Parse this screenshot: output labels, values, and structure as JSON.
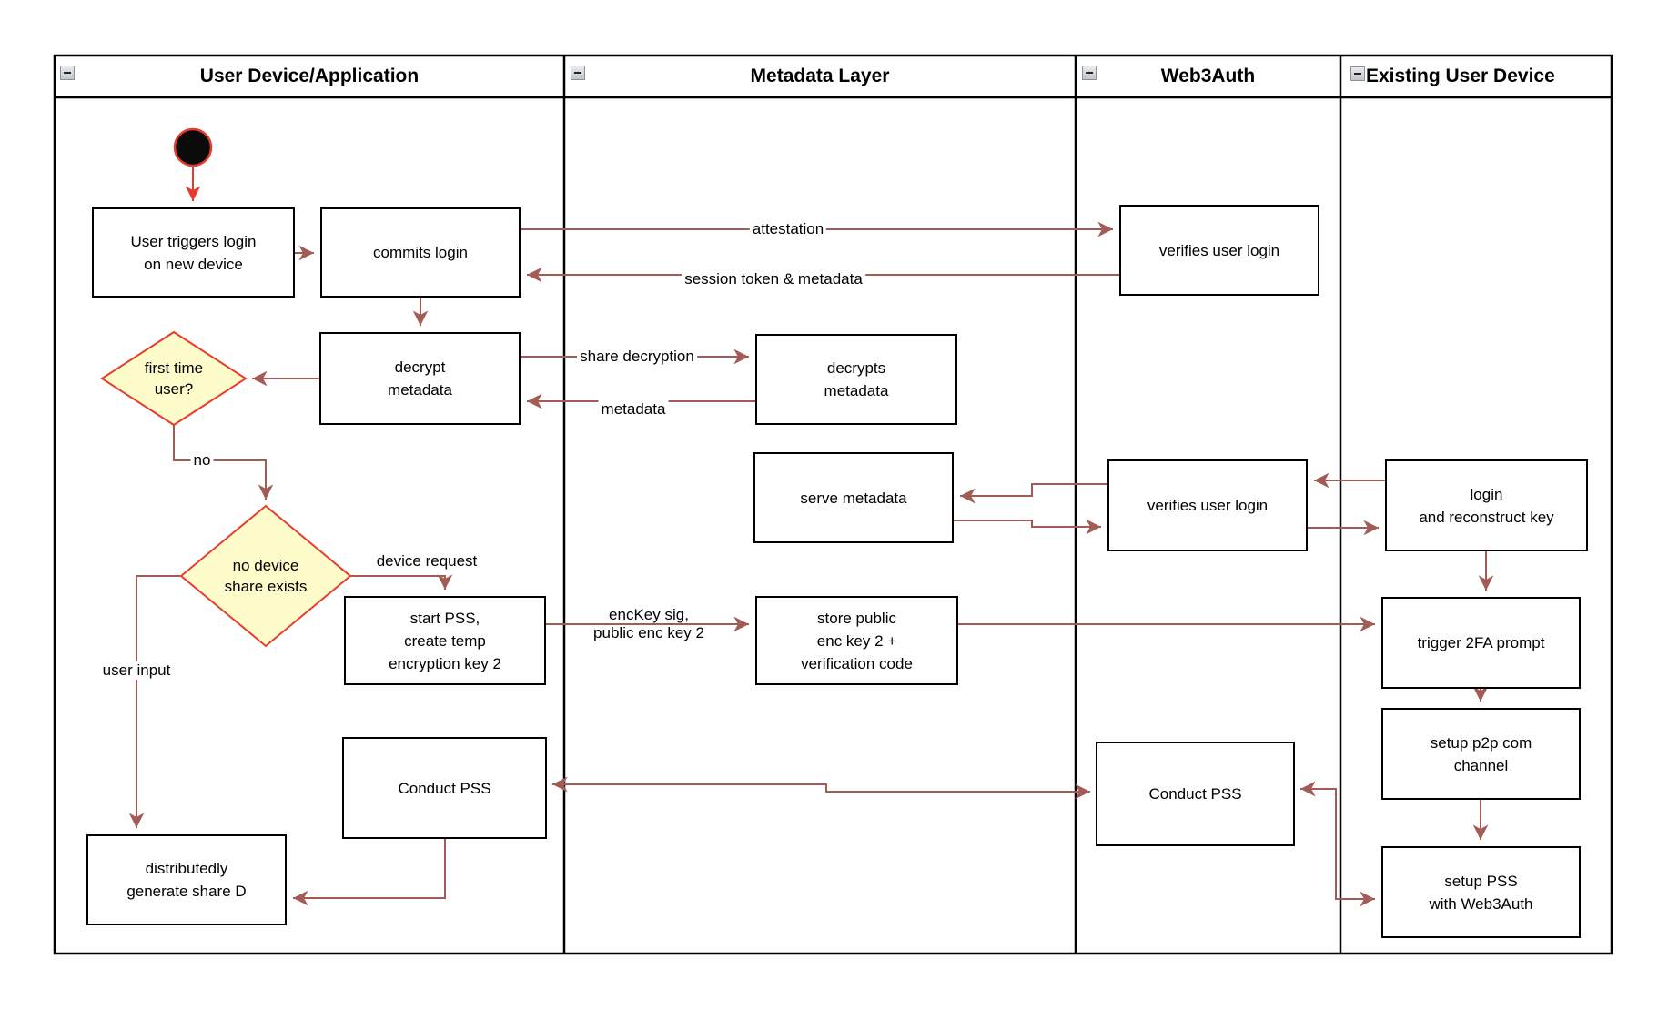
{
  "diagram": {
    "lanes": [
      {
        "title": "User Device/Application"
      },
      {
        "title": "Metadata Layer"
      },
      {
        "title": "Web3Auth"
      },
      {
        "title": "Existing User Device"
      }
    ],
    "nodes": {
      "n1": {
        "lines": [
          "User triggers login",
          "on new device"
        ]
      },
      "n2": {
        "lines": [
          "commits login"
        ]
      },
      "n3": {
        "lines": [
          "decrypt",
          "metadata"
        ]
      },
      "n4": {
        "lines": [
          "start PSS,",
          "create temp",
          "encryption key 2"
        ]
      },
      "n5": {
        "lines": [
          "Conduct PSS"
        ]
      },
      "n6": {
        "lines": [
          "distributedly",
          "generate share D"
        ]
      },
      "m1": {
        "lines": [
          "decrypts",
          "metadata"
        ]
      },
      "m2": {
        "lines": [
          "serve metadata"
        ]
      },
      "m3": {
        "lines": [
          "store public",
          "enc key 2 +",
          "verification code"
        ]
      },
      "w1": {
        "lines": [
          "verifies user login"
        ]
      },
      "w2": {
        "lines": [
          "verifies user login"
        ]
      },
      "w3": {
        "lines": [
          "Conduct PSS"
        ]
      },
      "e1": {
        "lines": [
          "login",
          "and reconstruct key"
        ]
      },
      "e2": {
        "lines": [
          "trigger 2FA prompt"
        ]
      },
      "e3": {
        "lines": [
          "setup p2p com",
          "channel"
        ]
      },
      "e4": {
        "lines": [
          "setup PSS",
          "with Web3Auth"
        ]
      }
    },
    "decisions": {
      "d1": {
        "lines": [
          "first time",
          "user?"
        ]
      },
      "d2": {
        "lines": [
          "no device",
          "share exists"
        ]
      }
    },
    "edge_labels": {
      "attestation": "attestation",
      "session_token": "session token & metadata",
      "share_decryption": "share decryption",
      "metadata": "metadata",
      "no": "no",
      "device_request": "device request",
      "enckey_line1": "encKey sig,",
      "enckey_line2": "public enc key 2",
      "user_input": "user input"
    },
    "colors": {
      "edge": "#A35C55",
      "accent_red": "#E93B2B",
      "diamond_fill": "#FFFCCB",
      "shape_border": "#000000",
      "background": "#FFFFFF"
    }
  }
}
